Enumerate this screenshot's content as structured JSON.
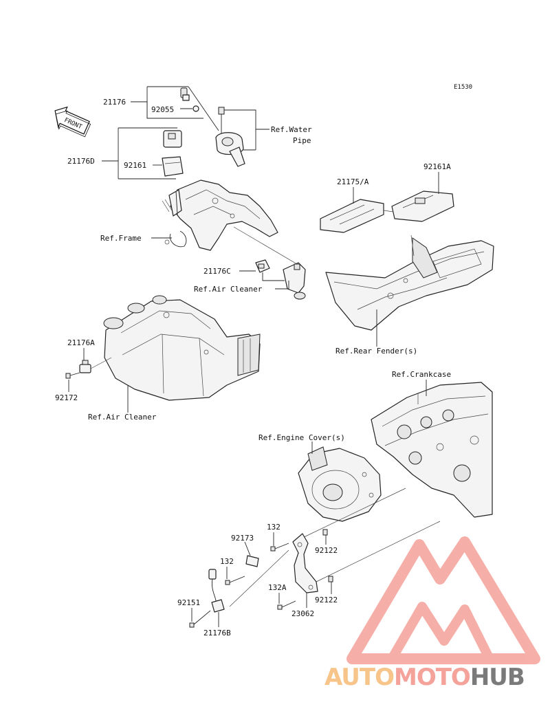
{
  "diagram_code": "E1530",
  "front_tag": "FRONT",
  "callouts": {
    "c21176": "21176",
    "c92055": "92055",
    "c21176D": "21176D",
    "c92161": "92161",
    "c21175A": "21175/A",
    "c92161A": "92161A",
    "c21176C": "21176C",
    "c21176A": "21176A",
    "c92172": "92172",
    "c132_top": "132",
    "c92173": "92173",
    "c92122_top": "92122",
    "c132": "132",
    "c132A": "132A",
    "c92122_bot": "92122",
    "c92151": "92151",
    "c23062": "23062",
    "c21176B": "21176B"
  },
  "references": {
    "water_pipe_1": "Ref.Water",
    "water_pipe_2": "Pipe",
    "frame": "Ref.Frame",
    "air_cleaner_upper": "Ref.Air Cleaner",
    "rear_fender": "Ref.Rear Fender(s)",
    "air_cleaner_lower": "Ref.Air Cleaner",
    "crankcase": "Ref.Crankcase",
    "engine_cover": "Ref.Engine Cover(s)"
  },
  "watermark": {
    "part1": "AUTO",
    "part2": "MOTO",
    "part3": "HUB",
    "color_main": "#f4a29a",
    "color_light": "#f7c48a",
    "color_dark": "#7a7a7a"
  }
}
